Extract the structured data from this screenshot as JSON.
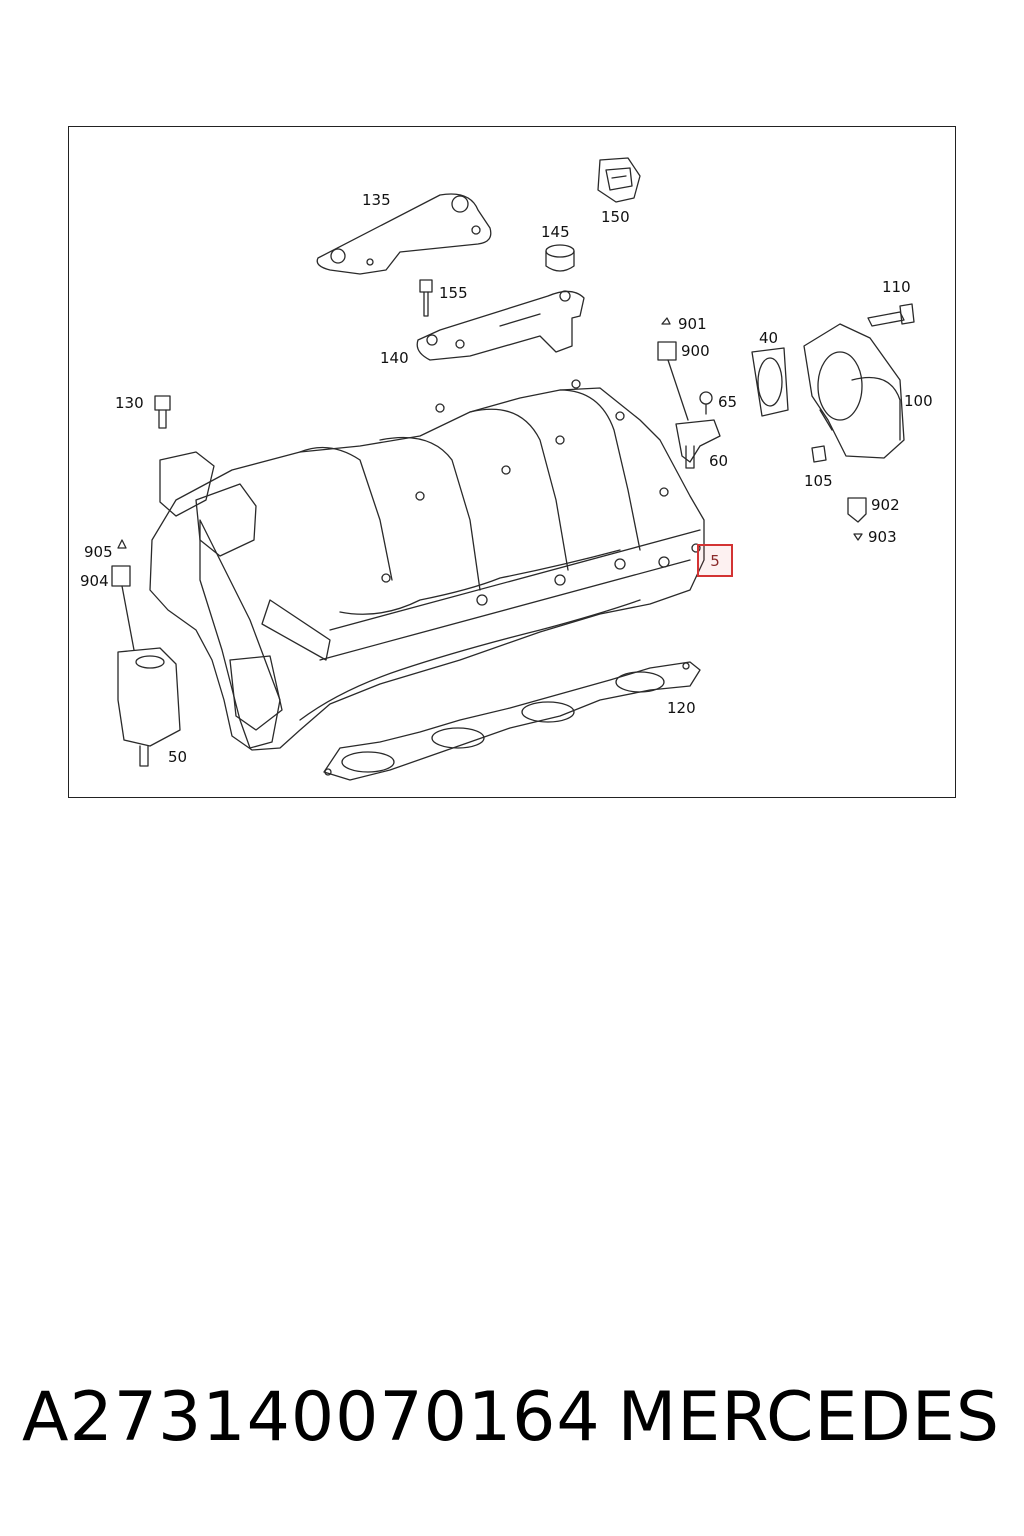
{
  "diagram": {
    "callouts": [
      {
        "id": "c135",
        "text": "135"
      },
      {
        "id": "c150",
        "text": "150"
      },
      {
        "id": "c145",
        "text": "145"
      },
      {
        "id": "c155",
        "text": "155"
      },
      {
        "id": "c140",
        "text": "140"
      },
      {
        "id": "c110",
        "text": "110"
      },
      {
        "id": "c901",
        "text": "901"
      },
      {
        "id": "c900",
        "text": "900"
      },
      {
        "id": "c40",
        "text": "40"
      },
      {
        "id": "c130",
        "text": "130"
      },
      {
        "id": "c65",
        "text": "65"
      },
      {
        "id": "c100",
        "text": "100"
      },
      {
        "id": "c60",
        "text": "60"
      },
      {
        "id": "c105",
        "text": "105"
      },
      {
        "id": "c902",
        "text": "902"
      },
      {
        "id": "c905",
        "text": "905"
      },
      {
        "id": "c903",
        "text": "903"
      },
      {
        "id": "c904",
        "text": "904"
      },
      {
        "id": "c120",
        "text": "120"
      },
      {
        "id": "c50",
        "text": "50"
      }
    ],
    "highlighted_callout": "5",
    "highlight_color": "#d33333"
  },
  "caption": {
    "part_number": "A273140070164",
    "brand": "MERCEDES"
  }
}
